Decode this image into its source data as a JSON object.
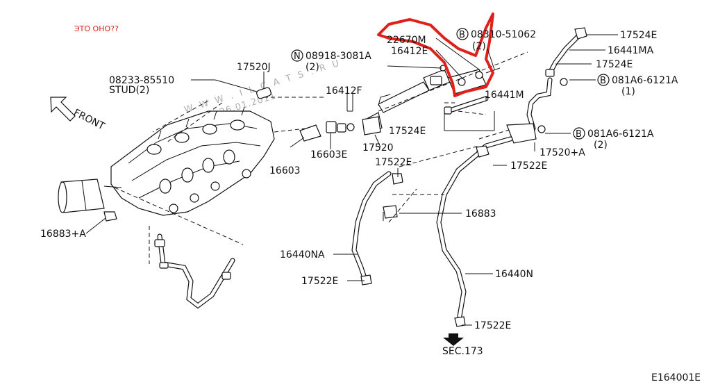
{
  "note": "ЭТО ОНО??",
  "watermark": "W W W . I L C A T S . R U",
  "watermark_date": "15:31 26.01.2011",
  "front_label": "FRONT",
  "figure_code": "E164001E",
  "section_ref": "SEC.173",
  "parts": {
    "p22670M": "22670M",
    "p16412E": "16412E",
    "p08310": "08310-51062",
    "p08310_qty": "(2)",
    "p08918": "08918-3081A",
    "p08918_qty": "(2)",
    "p17520J": "17520J",
    "p08233": "08233-85510",
    "stud": "STUD(2)",
    "p16412F": "16412F",
    "p16441M": "16441M",
    "p17524E_a": "17524E",
    "p16441MA": "16441MA",
    "p17524E_b": "17524E",
    "p081A6_a": "081A6-6121A",
    "p081A6_a_qty": "(1)",
    "p17524E_c": "17524E",
    "p081A6_b": "081A6-6121A",
    "p081A6_b_qty": "(2)",
    "p17520A": "17520+A",
    "p16603E": "16603E",
    "p17520": "17520",
    "p16603": "16603",
    "p17522E_a": "17522E",
    "p17522E_b": "17522E",
    "p16883": "16883",
    "p16883A": "16883+A",
    "p16440NA": "16440NA",
    "p17522E_c": "17522E",
    "p16440N": "16440N",
    "p17522E_d": "17522E"
  },
  "circle_markers": {
    "B": "B",
    "N": "N"
  }
}
